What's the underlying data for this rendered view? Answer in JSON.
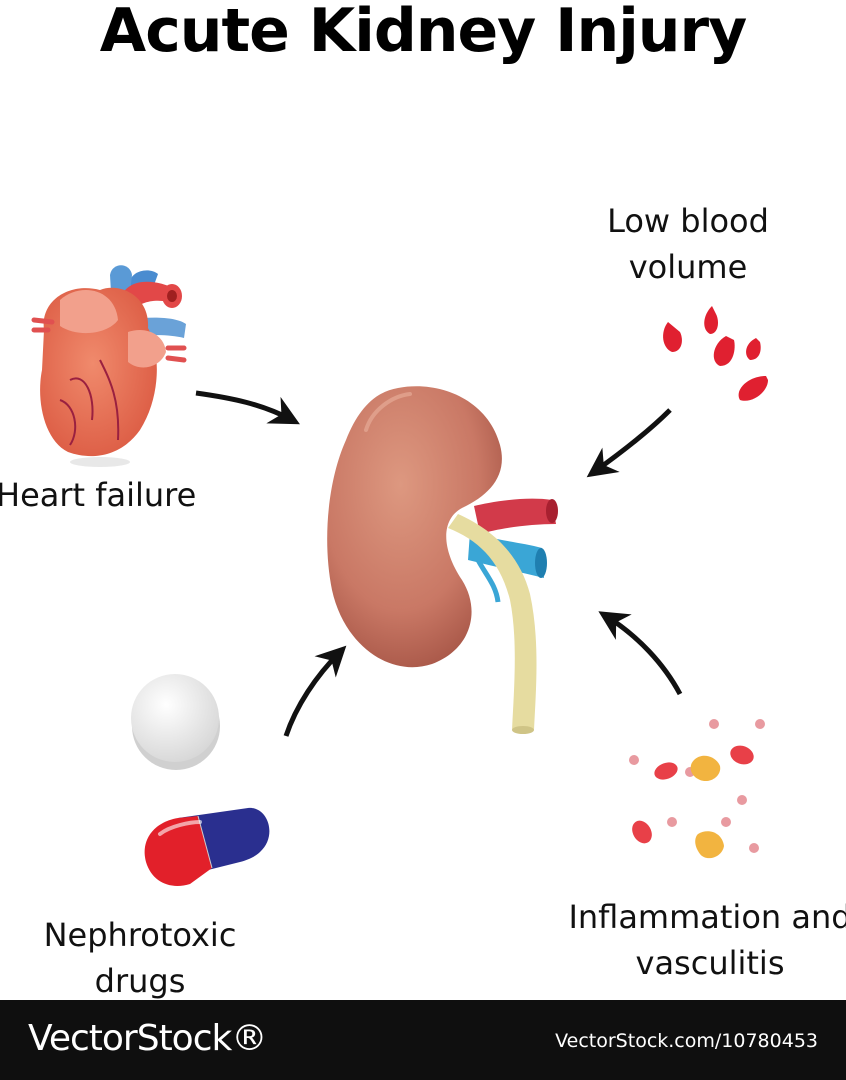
{
  "title": "Acute Kidney Injury",
  "causes": {
    "heart": "Heart failure",
    "blood": [
      "Low blood",
      "volume"
    ],
    "drugs": [
      "Nephrotoxic",
      "drugs"
    ],
    "inflammation": [
      "Inflammation and",
      "vasculitis"
    ]
  },
  "footer": {
    "brand": "VectorStock®",
    "stock_id": "VectorStock.com/10780453"
  },
  "colors": {
    "kidney": "#cf7f68",
    "artery": "#d23a4a",
    "vein": "#3aa6d6",
    "ureter": "#e6dca0",
    "blood_drop": "#e02030",
    "pill_red": "#e2202a",
    "pill_blue": "#2a2f8f",
    "footer_bg": "#0f0f0f"
  }
}
